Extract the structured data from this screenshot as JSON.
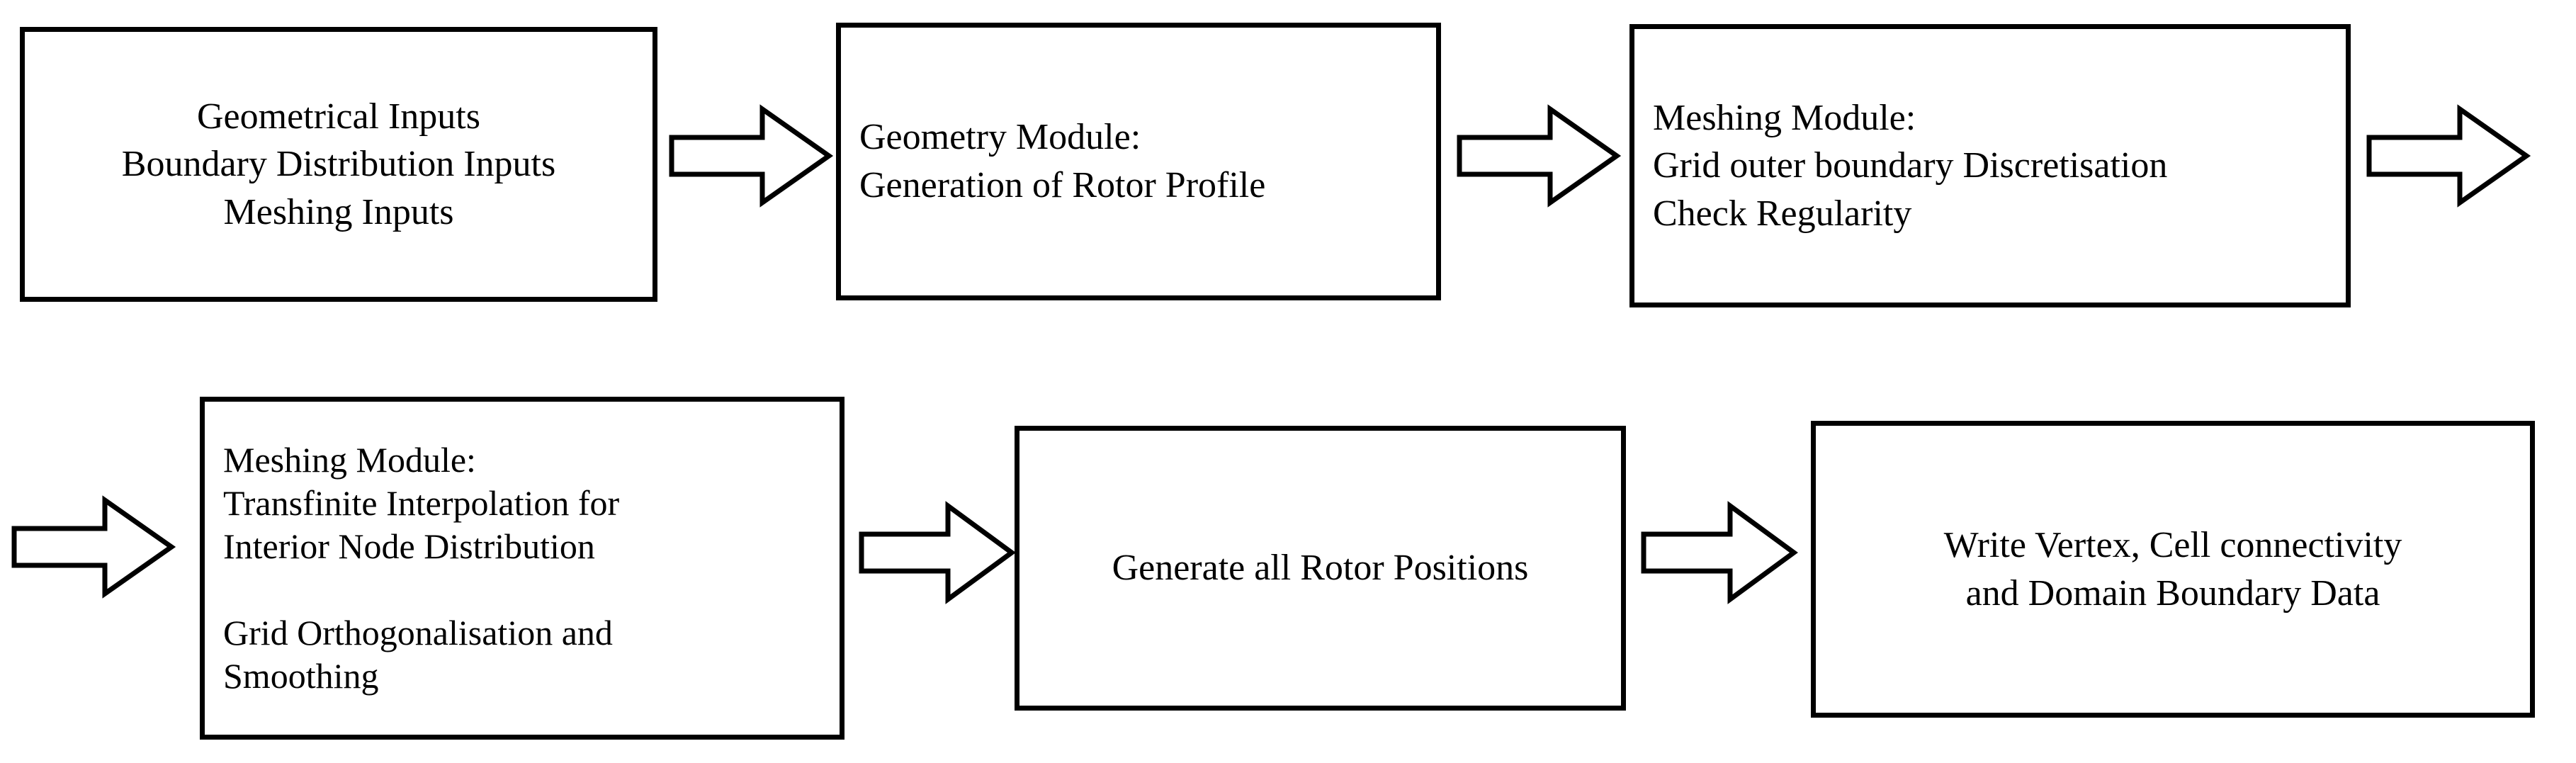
{
  "diagram": {
    "title": "Grid generation process flowchart",
    "background_color": "#ffffff",
    "stroke_color": "#000000",
    "text_color": "#000000",
    "flow_direction": "left-to-right, two rows",
    "nodes": [
      {
        "id": "node-1",
        "name": "inputs-box",
        "text": "Geometrical Inputs\nBoundary Distribution Inputs\nMeshing Inputs",
        "align": "center"
      },
      {
        "id": "node-2",
        "name": "geometry-module-box",
        "text": "Geometry Module:\nGeneration of Rotor Profile",
        "align": "left"
      },
      {
        "id": "node-3",
        "name": "meshing-module-boundary-box",
        "text": "Meshing Module:\nGrid outer boundary Discretisation\nCheck Regularity",
        "align": "left"
      },
      {
        "id": "node-4",
        "name": "meshing-module-interpolation-box",
        "text": "Meshing Module:\nTransfinite Interpolation for\nInterior Node Distribution\n\nGrid Orthogonalisation and\nSmoothing",
        "align": "left"
      },
      {
        "id": "node-5",
        "name": "generate-rotor-positions-box",
        "text": "Generate all Rotor Positions",
        "align": "center"
      },
      {
        "id": "node-6",
        "name": "write-output-box",
        "text": "Write Vertex, Cell connectivity\nand Domain Boundary Data",
        "align": "center"
      }
    ],
    "connectors": [
      {
        "id": "arrow-1",
        "name": "arrow-inputs-to-geometry",
        "icon": "block-arrow-right-icon",
        "from": "node-1",
        "to": "node-2"
      },
      {
        "id": "arrow-2",
        "name": "arrow-geometry-to-meshing-boundary",
        "icon": "block-arrow-right-icon",
        "from": "node-2",
        "to": "node-3"
      },
      {
        "id": "arrow-3",
        "name": "arrow-meshing-boundary-to-next-row",
        "icon": "block-arrow-right-icon",
        "from": "node-3",
        "to": "node-4"
      },
      {
        "id": "arrow-4",
        "name": "arrow-row-break-to-meshing-interpolation",
        "icon": "block-arrow-right-icon",
        "from": "node-3",
        "to": "node-4"
      },
      {
        "id": "arrow-5",
        "name": "arrow-meshing-interpolation-to-generate-positions",
        "icon": "block-arrow-right-icon",
        "from": "node-4",
        "to": "node-5"
      },
      {
        "id": "arrow-6",
        "name": "arrow-generate-positions-to-write-output",
        "icon": "block-arrow-right-icon",
        "from": "node-5",
        "to": "node-6"
      }
    ]
  }
}
